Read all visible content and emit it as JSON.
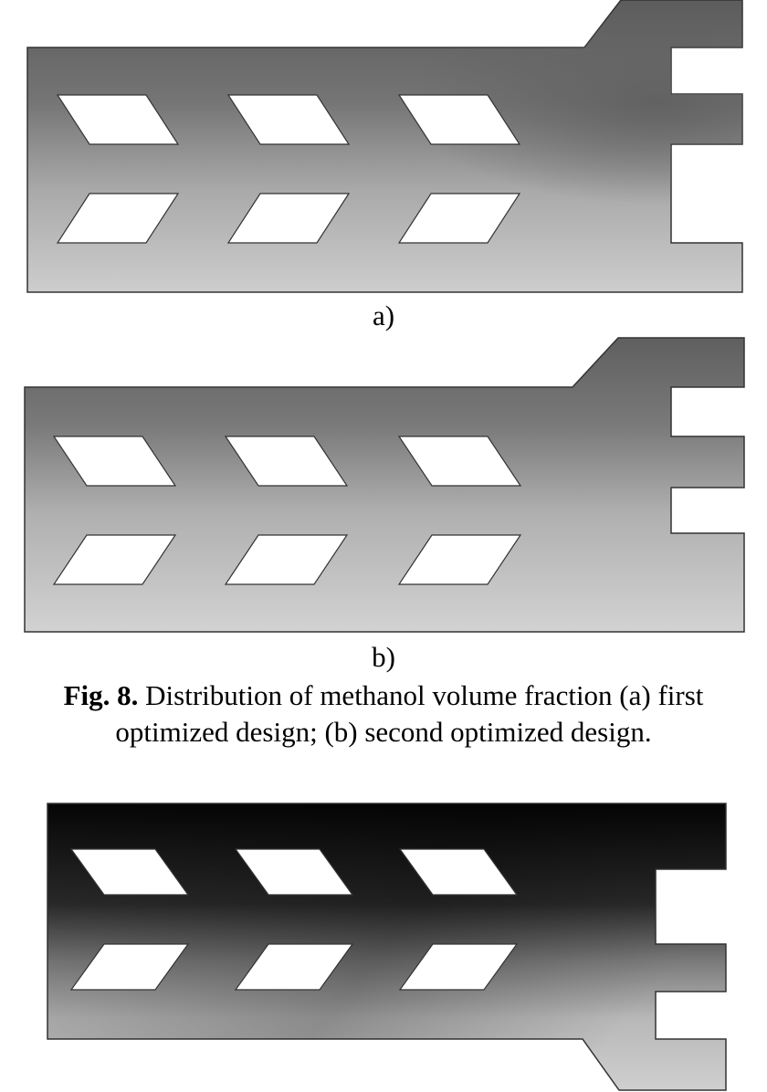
{
  "figure": {
    "panel_a_label": "a)",
    "panel_b_label": "b)",
    "caption_prefix": "Fig. 8.",
    "caption_line1": " Distribution of methanol volume fraction (a) first",
    "caption_line2": "optimized design; (b) second optimized design."
  },
  "colors": {
    "background": "#ffffff",
    "outline": "#333333",
    "shade_dark": "#000000",
    "shade_mid": "#6e6e6e",
    "shade_light": "#cfcfcf"
  }
}
